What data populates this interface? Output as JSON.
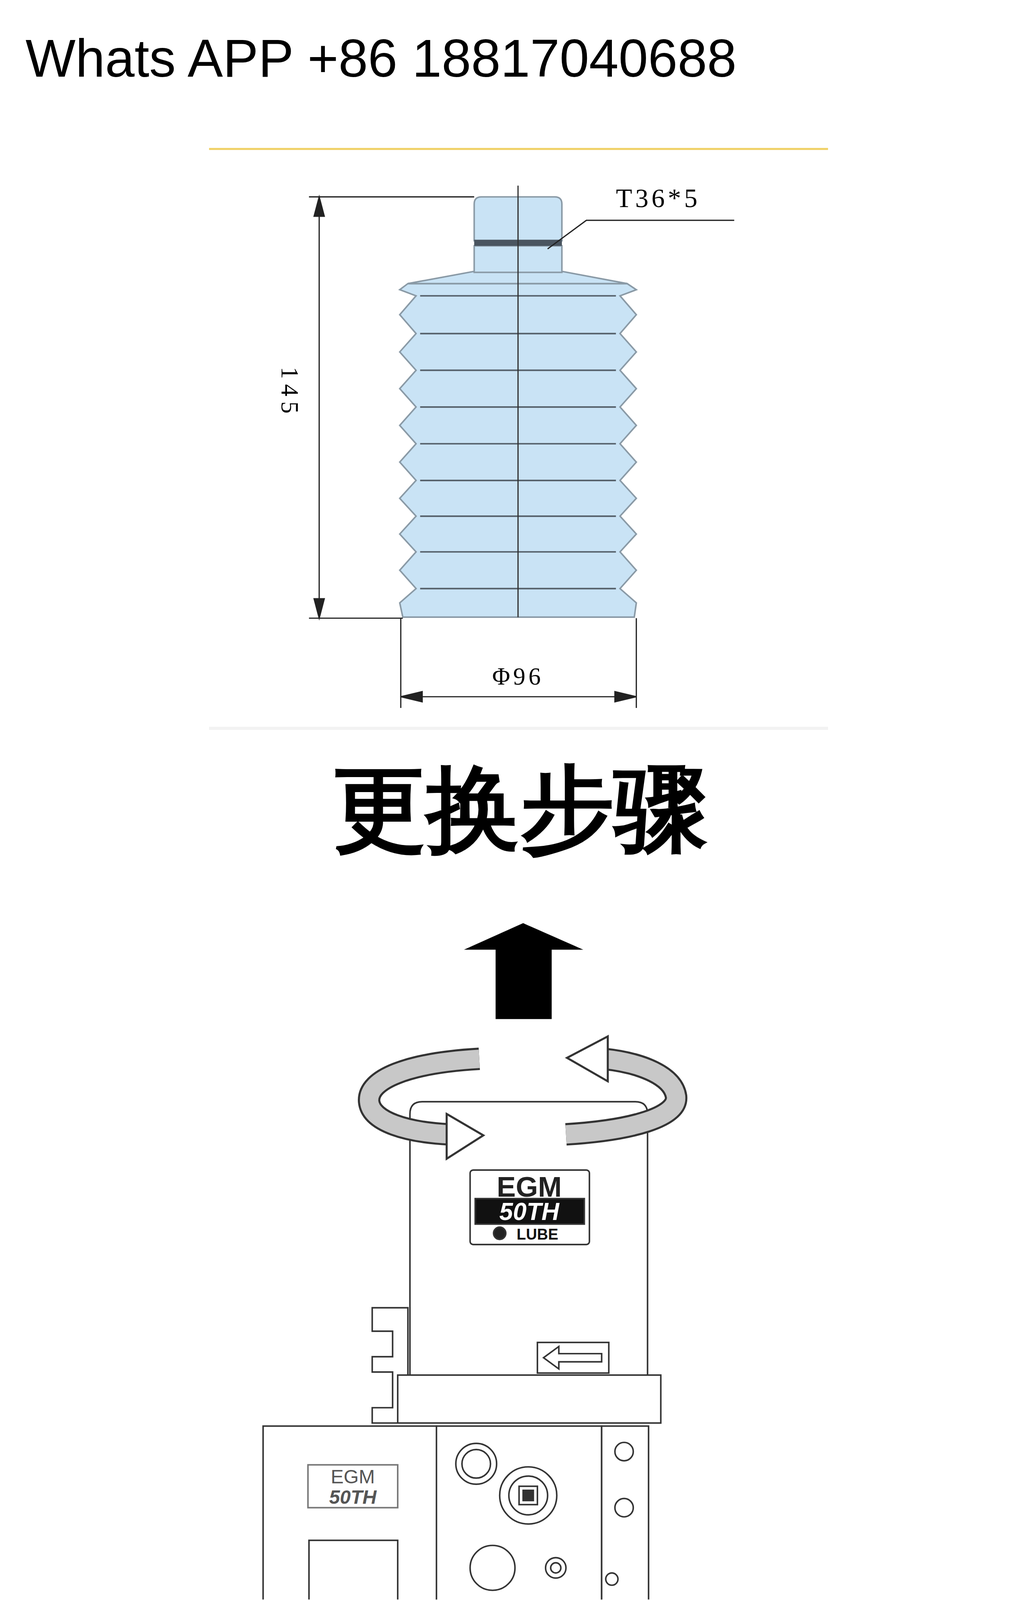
{
  "diagram": {
    "title": "更换步骤",
    "labels": [
      "Whats APP +86 18817040688",
      "T36*5",
      "145",
      "Φ96",
      "EGM",
      "50TH",
      "LUBE",
      "EGM",
      "50TH"
    ]
  }
}
